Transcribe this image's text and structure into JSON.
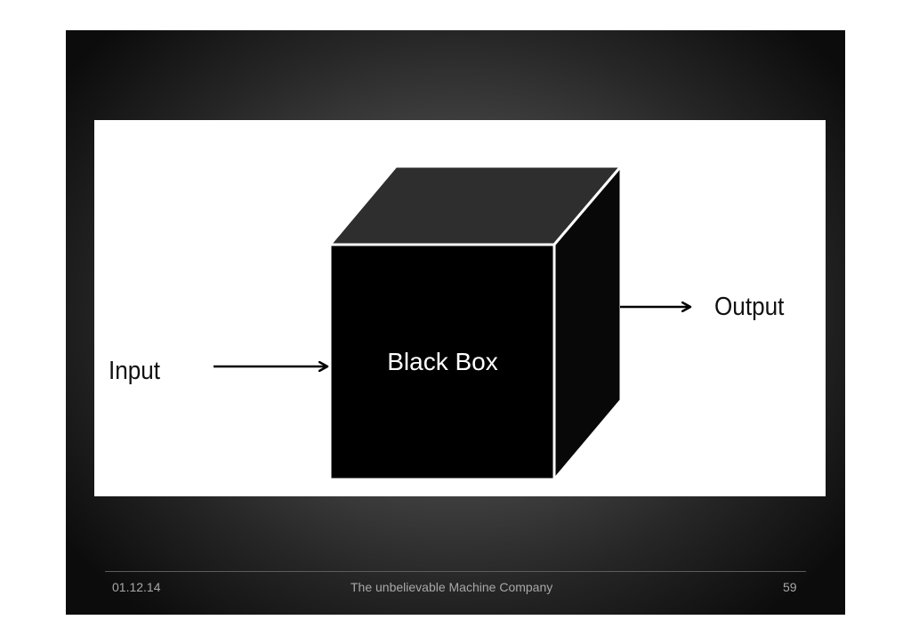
{
  "diagram": {
    "input_label": "Input",
    "output_label": "Output",
    "box_label": "Black Box"
  },
  "footer": {
    "date": "01.12.14",
    "company": "The unbelievable Machine Company",
    "page_number": "59"
  },
  "colors": {
    "box_front": "#000000",
    "box_top": "#2e2e2e",
    "box_side": "#080808",
    "edge": "#ffffff",
    "arrow": "#000000"
  }
}
